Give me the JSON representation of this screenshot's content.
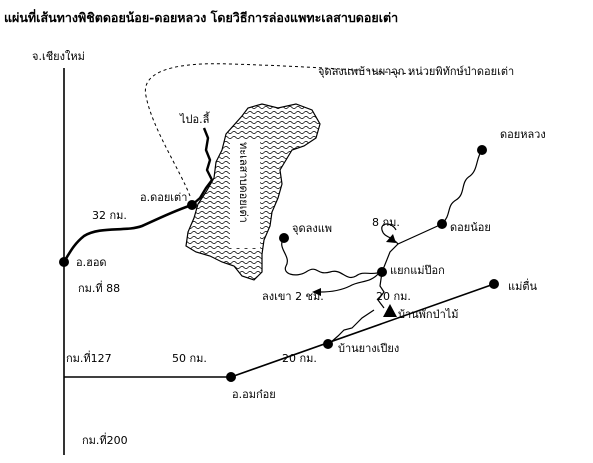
{
  "title": "แผ่นที่เส้นทางพิชิตดอยน้อย-ดอยหลวง โดยวิธีการล่องแพทะเลสาบดอยเต่า",
  "labels": {
    "chiang_mai": "จ.เชียงใหม่",
    "hod": "อ.ฮอด",
    "km88": "กม.ที่ 88",
    "km127": "กม.ที่127",
    "km200": "กม.ที่200",
    "doi_tao": "อ.ดอยเต่า",
    "km32": "32 กม.",
    "to_li": "ไปอ.ลี้",
    "lake": "ทะเลสาบดอยเต่า",
    "raft_point": "จุดลงแพ",
    "raft_unload": "จุดลงแพบ้านผาจุก หน่วยพิทักษ์ป่าดอยเต่า",
    "doi_luang": "ดอยหลวง",
    "doi_noi": "ดอยน้อย",
    "km8": "8 กม.",
    "yaek_mae_pok": "แยกแม่ป๊อก",
    "mae_tuen": "แม่ตื่น",
    "down_2hr": "ลงเขา 2 ชม.",
    "km20a": "20 กม.",
    "ban_phak": "บ้านพักป่าไม้",
    "ban_yang_piang": "บ้านยางเปียง",
    "km20b": "20 กม.",
    "km50": "50 กม.",
    "omkoi": "อ.อมก๋อย"
  }
}
